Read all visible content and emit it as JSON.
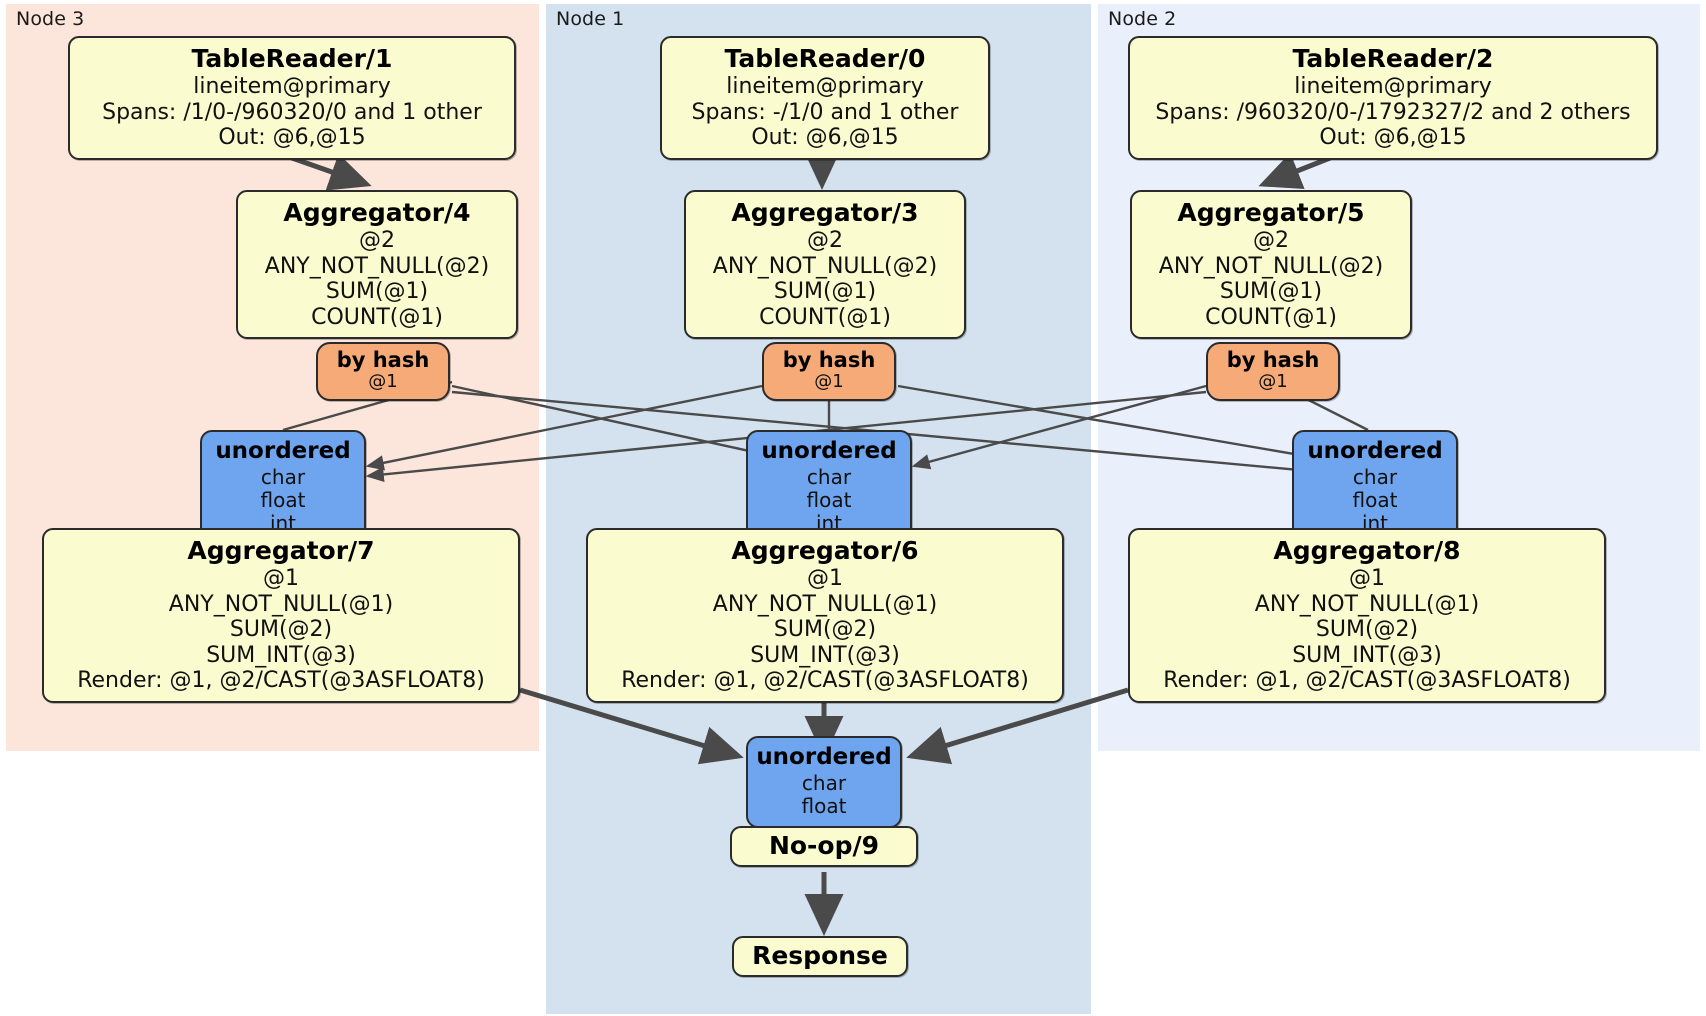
{
  "diagram": {
    "type": "distributed-query-plan",
    "colors": {
      "node3_panel": "#fce6db",
      "node1_panel": "#d3e2ee",
      "node2_panel": "#eaf0fb",
      "processor_box": "#fbfbd0",
      "router_box": "#f6aa78",
      "synchronizer_box": "#6fa5ef",
      "edge": "#4a4a4a"
    }
  },
  "panels": {
    "node3": {
      "label": "Node 3"
    },
    "node1": {
      "label": "Node 1"
    },
    "node2": {
      "label": "Node 2"
    }
  },
  "processors": {
    "table_reader_1": {
      "title": "TableReader/1",
      "table": "lineitem@primary",
      "spans": "Spans: /1/0-/960320/0 and 1 other",
      "out": "Out: @6,@15"
    },
    "table_reader_0": {
      "title": "TableReader/0",
      "table": "lineitem@primary",
      "spans": "Spans: -/1/0 and 1 other",
      "out": "Out: @6,@15"
    },
    "table_reader_2": {
      "title": "TableReader/2",
      "table": "lineitem@primary",
      "spans": "Spans: /960320/0-/1792327/2 and 2 others",
      "out": "Out: @6,@15"
    },
    "aggregator_4": {
      "title": "Aggregator/4",
      "group_by": "@2",
      "agg1": "ANY_NOT_NULL(@2)",
      "agg2": "SUM(@1)",
      "agg3": "COUNT(@1)"
    },
    "aggregator_3": {
      "title": "Aggregator/3",
      "group_by": "@2",
      "agg1": "ANY_NOT_NULL(@2)",
      "agg2": "SUM(@1)",
      "agg3": "COUNT(@1)"
    },
    "aggregator_5": {
      "title": "Aggregator/5",
      "group_by": "@2",
      "agg1": "ANY_NOT_NULL(@2)",
      "agg2": "SUM(@1)",
      "agg3": "COUNT(@1)"
    },
    "aggregator_7": {
      "title": "Aggregator/7",
      "group_by": "@1",
      "agg1": "ANY_NOT_NULL(@1)",
      "agg2": "SUM(@2)",
      "agg3": "SUM_INT(@3)",
      "render": "Render: @1, @2/CAST(@3ASFLOAT8)"
    },
    "aggregator_6": {
      "title": "Aggregator/6",
      "group_by": "@1",
      "agg1": "ANY_NOT_NULL(@1)",
      "agg2": "SUM(@2)",
      "agg3": "SUM_INT(@3)",
      "render": "Render: @1, @2/CAST(@3ASFLOAT8)"
    },
    "aggregator_8": {
      "title": "Aggregator/8",
      "group_by": "@1",
      "agg1": "ANY_NOT_NULL(@1)",
      "agg2": "SUM(@2)",
      "agg3": "SUM_INT(@3)",
      "render": "Render: @1, @2/CAST(@3ASFLOAT8)"
    },
    "noop_9": {
      "title": "No-op/9"
    },
    "response": {
      "title": "Response"
    }
  },
  "routers": {
    "by_hash_4": {
      "title": "by hash",
      "column": "@1"
    },
    "by_hash_3": {
      "title": "by hash",
      "column": "@1"
    },
    "by_hash_5": {
      "title": "by hash",
      "column": "@1"
    }
  },
  "synchronizers": {
    "unordered_7": {
      "title": "unordered",
      "t1": "char",
      "t2": "float",
      "t3": "int"
    },
    "unordered_6": {
      "title": "unordered",
      "t1": "char",
      "t2": "float",
      "t3": "int"
    },
    "unordered_8": {
      "title": "unordered",
      "t1": "char",
      "t2": "float",
      "t3": "int"
    },
    "unordered_9": {
      "title": "unordered",
      "t1": "char",
      "t2": "float"
    }
  }
}
